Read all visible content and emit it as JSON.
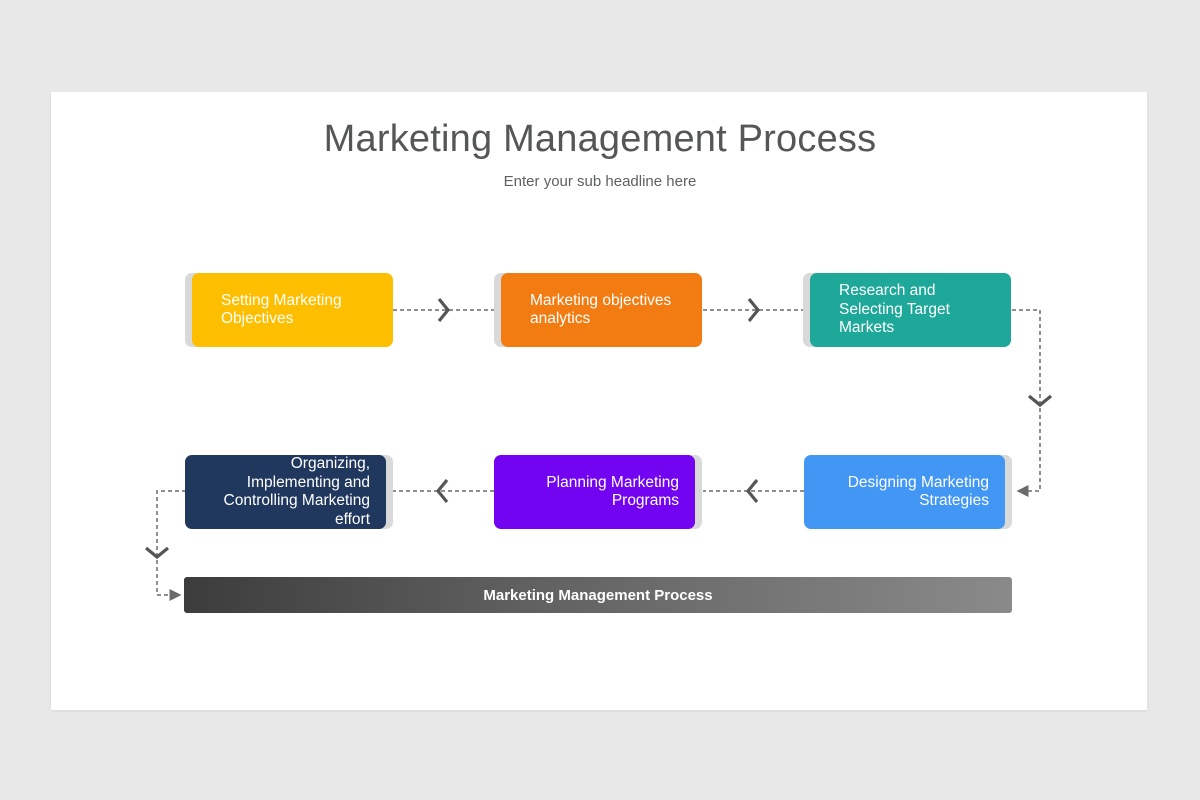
{
  "slide": {
    "title": "Marketing Management Process",
    "subtitle": "Enter your sub headline here"
  },
  "steps": [
    {
      "label": "Setting Marketing Objectives",
      "color": "#fdbf00"
    },
    {
      "label": "Marketing objectives analytics",
      "color": "#f27b12"
    },
    {
      "label": "Research and Selecting Target Markets",
      "color": "#1da89a"
    },
    {
      "label": "Designing Marketing Strategies",
      "color": "#4297f4"
    },
    {
      "label": "Planning Marketing Programs",
      "color": "#7304f2"
    },
    {
      "label": "Organizing, Implementing and Controlling Marketing effort",
      "color": "#20375e"
    }
  ],
  "summary_bar": {
    "label": "Marketing Management Process"
  },
  "colors": {
    "background": "#e9e8e9",
    "slide": "#ffffff",
    "title": "#555657",
    "connector": "#6b6b6b",
    "chevron": "#555555"
  }
}
